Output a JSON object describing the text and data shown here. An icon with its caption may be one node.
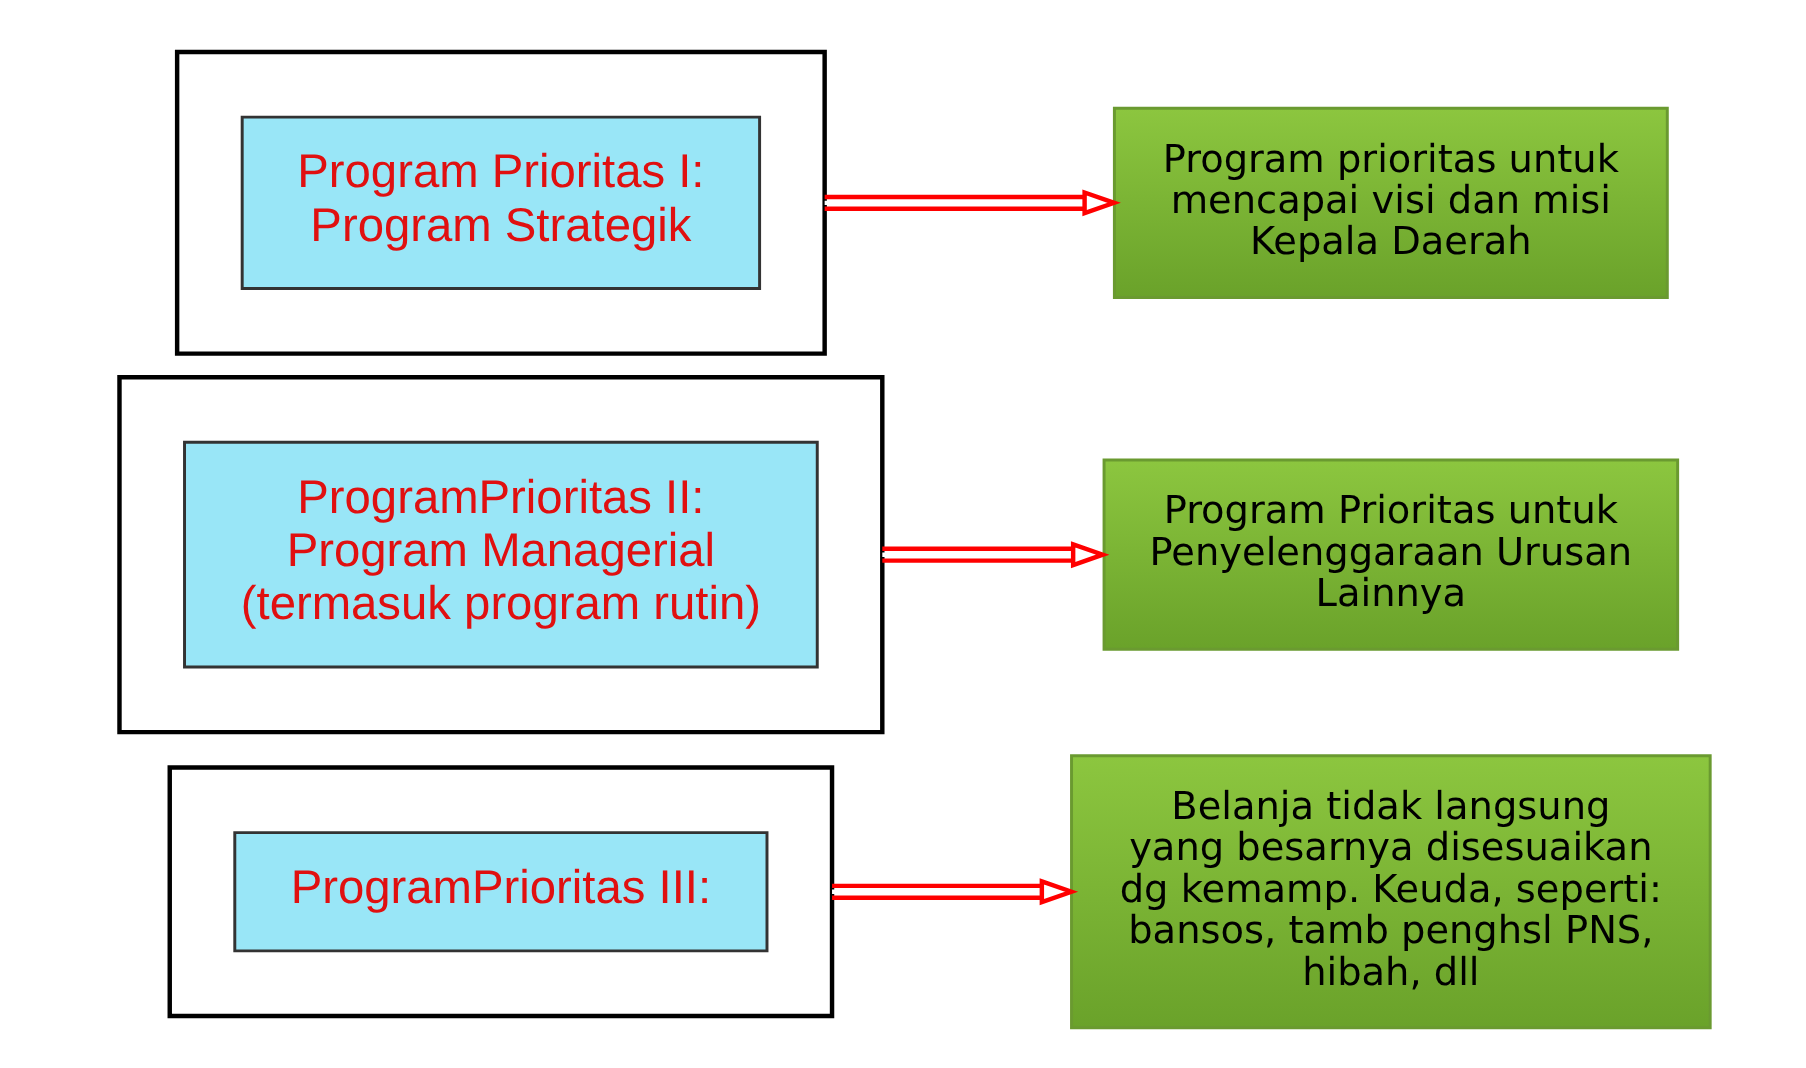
{
  "diagram": {
    "nodes": [
      {
        "text": [],
        "shape": "box"
      },
      {
        "text": [
          "Program Prioritas I: Program Strategik"
        ],
        "in": 0
      },
      {
        "text": [
          "Program prioritas untuk mencapai visi dan misi Kepala Daerah"
        ]
      },
      {
        "text": [],
        "shape": "box"
      },
      {
        "text": [
          "ProgramPrioritas II: Program Managerial (termasuk program rutin)"
        ],
        "in": 3
      },
      {
        "text": [
          "Program Prioritas untuk Penyelenggaraan Urusan Lainnya"
        ]
      },
      {
        "text": [],
        "shape": "box"
      },
      {
        "text": [
          "ProgramPrioritas III:"
        ],
        "in": 6
      },
      {
        "text": [
          "Belanja tidak langsung yang besarnya disesuaikan dg kemamp. Keuda, seperti: bansos, tamb penghsl PNS, hibah, dll"
        ]
      }
    ],
    "edges": [
      {
        "from": 0,
        "to": 2,
        "arrow": "to"
      },
      {
        "from": 3,
        "to": 5,
        "arrow": "to"
      },
      {
        "from": 6,
        "to": 8,
        "arrow": "to"
      }
    ]
  }
}
